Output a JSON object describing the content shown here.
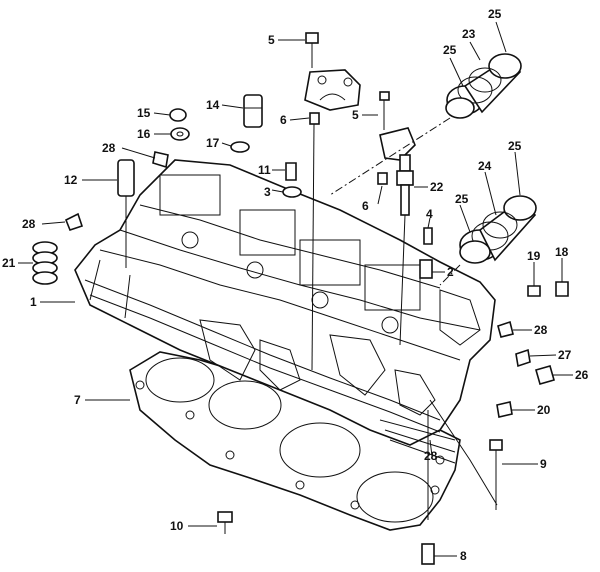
{
  "labels": {
    "l1": "1",
    "l2": "2",
    "l3": "3",
    "l4": "4",
    "l5a": "5",
    "l5b": "5",
    "l6a": "6",
    "l6b": "6",
    "l7": "7",
    "l8": "8",
    "l9": "9",
    "l10": "10",
    "l11": "11",
    "l12": "12",
    "l14": "14",
    "l15": "15",
    "l16": "16",
    "l17": "17",
    "l18": "18",
    "l19": "19",
    "l20": "20",
    "l21": "21",
    "l22": "22",
    "l23": "23",
    "l24": "24",
    "l25a": "25",
    "l25b": "25",
    "l25c": "25",
    "l25d": "25",
    "l26": "26",
    "l27": "27",
    "l28a": "28",
    "l28b": "28",
    "l28c": "28",
    "l28d": "28"
  }
}
